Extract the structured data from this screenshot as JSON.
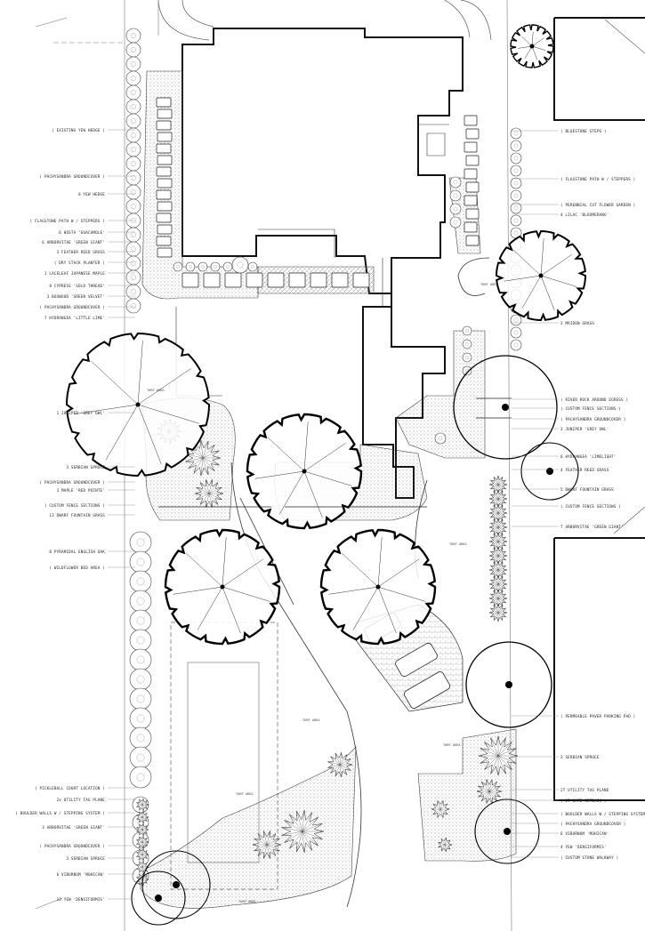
{
  "labels_left": [
    "( EXISTING YEW HEDGE )",
    "( PACHYSANDRA GROUNDCOVER )",
    "8 YEW HEDGE",
    "( FLAGSTONE PATH W / STEPPERS )",
    "6 HOSTA 'GUACAMOLE'",
    "6 ARBORVITAE 'GREEN GIANT'",
    "3 FEATHER REED GRASS",
    "( DRY STACK PLANTER )",
    "1 LACELEAF JAPANESE MAPLE",
    "8 CYPRESS 'GOLD THREAD'",
    "3 BOXWOOD 'GREEN VELVET'",
    "( PACHYSANDRA GROUNDCOVER )",
    "7 HYDRANGEA 'LITTLE LIME'",
    "1 JUNIPER 'GREY OWL'",
    "3 SERBIAN SPRUCE",
    "( PACHYSANDRA GROUNDCOVER )",
    "3 MAPLE 'RED POINTE'",
    "( CUSTOM FENCE SECTIONS )",
    "13 DWARF FOUNTAIN GRASS",
    "8 PYRAMIDAL ENGLISH OAK",
    "( WILDFLOWER BED AREA )",
    "( PICKLEBALL COURT LOCATION )",
    "2x UTILITY TAG PLANE",
    "( BOULDER WALLS W / STEPPING SYSTEM )",
    "3 ARBORVITAE 'GREEN GIANT'",
    "( PACHYSANDRA GROUNDCOVER )",
    "3 SERBIAN SPRUCE",
    "6 VIBURNUM 'MOHICAN'",
    "13 YEW 'DENSIFORMIS'"
  ],
  "labels_right": [
    "( BLUESTONE STEPS )",
    "( FLAGSTONE PATH W / STEPPERS )",
    "( PERENNIAL CUT FLOWER GARDEN )",
    "4 LILAC 'BLOOMERANG'",
    "3 MAIDEN GRASS",
    "( RIVER ROCK AROUND EGRESS )",
    "( CUSTOM FENCE SECTIONS )",
    "( PACHYSANDRA GROUNDCOVER )",
    "3 JUNIPER 'GREY OWL'",
    "6 HYDRANGEA 'LIMELIGHT'",
    "4 FEATHER REED GRASS",
    "5 DWARF FOUNTAIN GRASS",
    "( CUSTOM FENCE SECTIONS )",
    "7 ARBORVITAE 'GREEN GIANT'",
    "( PERMEABLE PAVER PARKING PAD )",
    "3 SERBIAN SPRUCE",
    "2T UTILITY TAG PLANE",
    "( 2T GATE SETBACK )",
    "( BOULDER WALLS W / STEPPING SYSTEM )",
    "( PACHYSANDRA GROUNDCOVER )",
    "6 VIBURNUM 'MOHICAN'",
    "4 YEW 'DENSIFORMIS'",
    "( CUSTOM STONE WALKWAY )"
  ],
  "area_tags": [
    "TURF AREA",
    "TURF AREA",
    "TURF AREA",
    "TURF AREA",
    "TURF AREA",
    "TURF AREA",
    "TURF AREA"
  ]
}
